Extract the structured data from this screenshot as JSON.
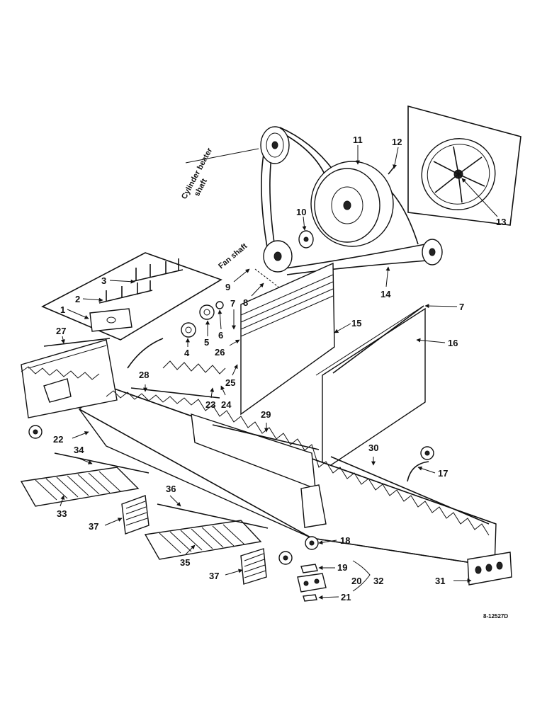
{
  "labels": {
    "n1": "1",
    "n2": "2",
    "n3": "3",
    "n4": "4",
    "n5": "5",
    "n6": "6",
    "n7a": "7",
    "n7b": "7",
    "n8": "8",
    "n9": "9",
    "n10": "10",
    "n11": "11",
    "n12": "12",
    "n13": "13",
    "n14": "14",
    "n15": "15",
    "n16": "16",
    "n17": "17",
    "n18": "18",
    "n19": "19",
    "n20": "20",
    "n21": "21",
    "n22": "22",
    "n23": "23",
    "n24": "24",
    "n25": "25",
    "n26": "26",
    "n27": "27",
    "n28": "28",
    "n29": "29",
    "n30": "30",
    "n31": "31",
    "n32": "32",
    "n33": "33",
    "n34": "34",
    "n35": "35",
    "n36": "36",
    "n37a": "37",
    "n37b": "37"
  },
  "shafts": {
    "cylinder_line1": "Cylinder beater",
    "cylinder_line2": "shaft",
    "fan": "Fan shaft"
  },
  "drawing_code": "8-12527D"
}
